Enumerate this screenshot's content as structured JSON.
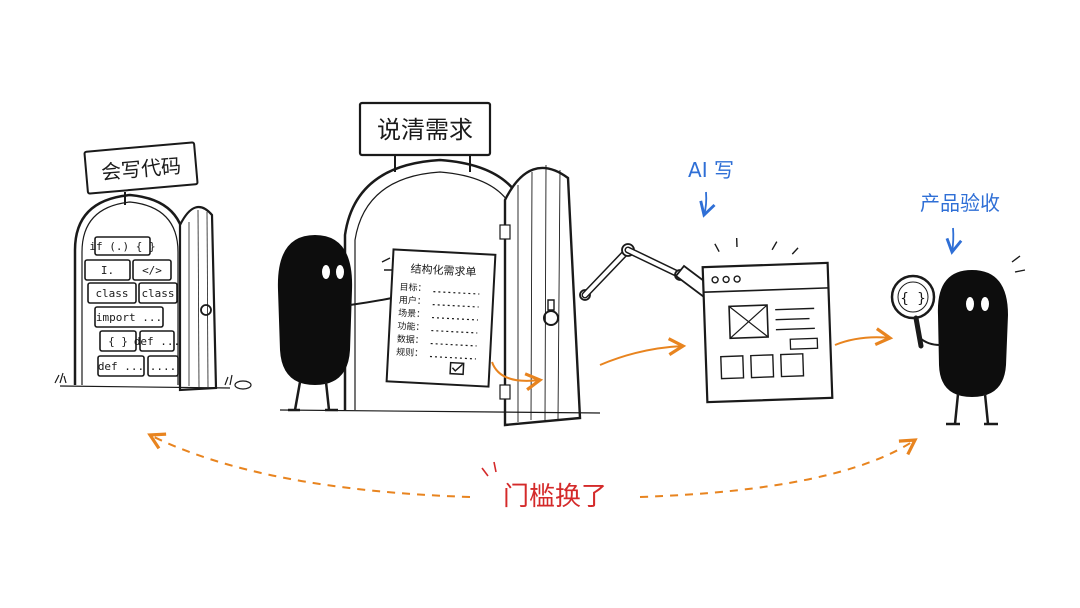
{
  "signs": {
    "coding": "会写代码",
    "requirements": "说清需求"
  },
  "code_bricks": [
    "if (.) { }",
    "I.",
    "</>",
    "class",
    "class",
    "import ...",
    "{ }",
    "def ...",
    "def ...",
    "...."
  ],
  "spec_sheet": {
    "title": "结构化需求单",
    "rows": [
      {
        "label": "目标："
      },
      {
        "label": "用户："
      },
      {
        "label": "场景："
      },
      {
        "label": "功能："
      },
      {
        "label": "数据："
      },
      {
        "label": "规则："
      }
    ]
  },
  "annotations": {
    "ai_writes": "AI 写",
    "product_acceptance": "产品验收"
  },
  "center_caption": "门槛换了",
  "colors": {
    "ink": "#1a1a1a",
    "accent_orange": "#e8841f",
    "accent_blue": "#2f6fd6",
    "accent_red": "#d42a2a",
    "paper": "#ffffff"
  },
  "icons": [
    "door-icon",
    "robot-arm-icon",
    "pen-icon",
    "wireframe-icon",
    "magnifier-icon",
    "checkbox-icon",
    "arrow-icon"
  ]
}
